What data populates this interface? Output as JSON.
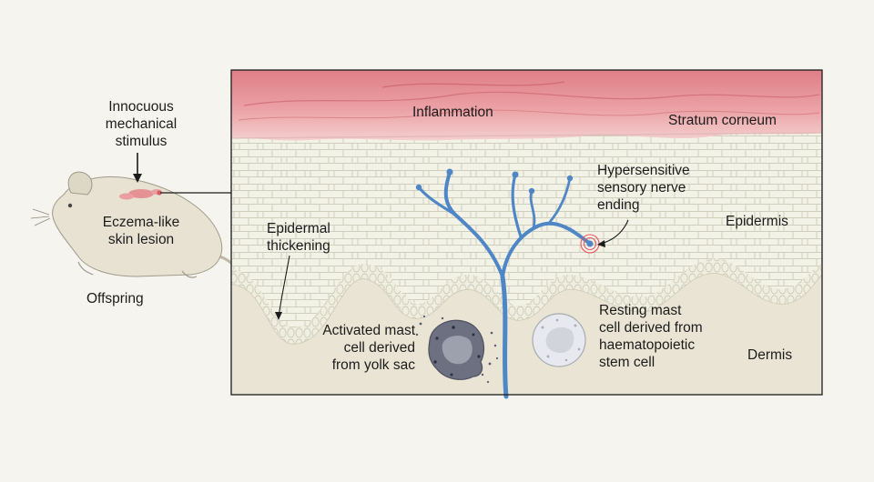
{
  "labels": {
    "stimulus": [
      "Innocuous",
      "mechanical",
      "stimulus"
    ],
    "lesion": [
      "Eczema-like",
      "skin lesion"
    ],
    "offspring": "Offspring",
    "inflammation": "Inflammation",
    "stratum_corneum": "Stratum corneum",
    "nerve": [
      "Hypersensitive",
      "sensory nerve",
      "ending"
    ],
    "epidermis": "Epidermis",
    "epidermal_thickening": [
      "Epidermal",
      "thickening"
    ],
    "activated_mast": [
      "Activated mast",
      "cell derived",
      "from yolk sac"
    ],
    "resting_mast": [
      "Resting mast",
      "cell derived from",
      "haematopoietic",
      "stem cell"
    ],
    "dermis": "Dermis"
  },
  "colors": {
    "background": "#f6f4ee",
    "stratum_corneum": "#e9a0a3",
    "epidermis": "#f1efe3",
    "dermis": "#e9e4d3",
    "nerve": "#4f86c6",
    "activated_mast_cell": "#6d7080",
    "resting_mast_cell": "#d9dbe2"
  }
}
